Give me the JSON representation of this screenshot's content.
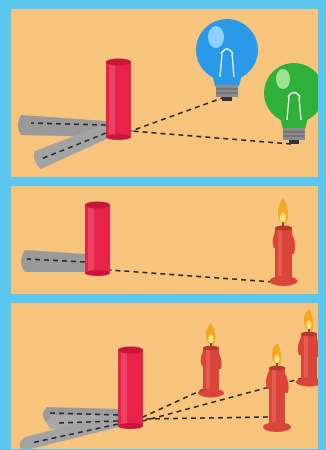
{
  "figure": {
    "colors": {
      "border": "#5bc6ee",
      "panel_background": "#f7c47d",
      "tube": "#e8234a",
      "shadow": "#9a9a9a",
      "dashed_line": "#2a2a2a",
      "bulb_blue": "#2a9ae8",
      "bulb_green": "#2fb03a",
      "candle": "#d9453a",
      "flame": "#f5a623"
    },
    "panels": [
      {
        "id": "panel-1",
        "light_sources": [
          "blue-light-bulb",
          "green-light-bulb"
        ],
        "shadow_count": 2
      },
      {
        "id": "panel-2",
        "light_sources": [
          "candle"
        ],
        "shadow_count": 1
      },
      {
        "id": "panel-3",
        "light_sources": [
          "candle",
          "candle",
          "candle"
        ],
        "shadow_count": 3
      }
    ]
  }
}
